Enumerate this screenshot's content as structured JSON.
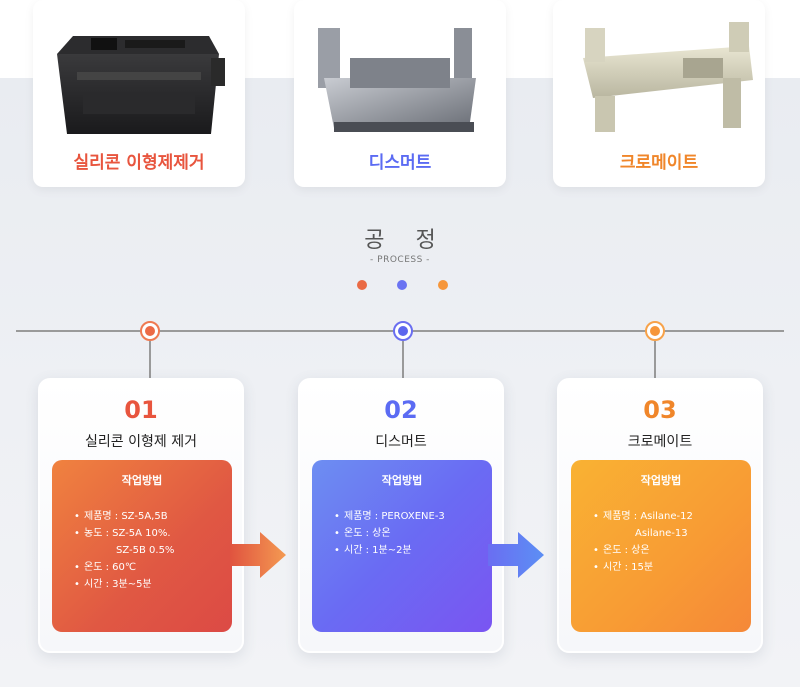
{
  "top_cards": [
    {
      "label": "실리콘 이형제제거",
      "image": "silicone-removal-part-photo"
    },
    {
      "label": "디스머트",
      "image": "desmut-part-photo"
    },
    {
      "label": "크로메이트",
      "image": "chromate-part-photo"
    }
  ],
  "process": {
    "title": "공 정",
    "subtitle": "- PROCESS -"
  },
  "colors": {
    "step1": "#e8553e",
    "step2": "#5b6bf3",
    "step3": "#f0862a"
  },
  "steps": [
    {
      "number": "01",
      "name": "실리콘 이형제 제거",
      "method_title": "작업방법",
      "items": [
        {
          "text": "제품명 : SZ-5A,5B",
          "cont": false
        },
        {
          "text": "농도 : SZ-5A 10%.",
          "cont": false
        },
        {
          "text": "SZ-5B 0.5%",
          "cont": true
        },
        {
          "text": "온도 : 60℃",
          "cont": false
        },
        {
          "text": "시간 : 3분~5분",
          "cont": false
        }
      ]
    },
    {
      "number": "02",
      "name": "디스머트",
      "method_title": "작업방법",
      "items": [
        {
          "text": "제품명 : PEROXENE-3",
          "cont": false
        },
        {
          "text": "온도 : 상온",
          "cont": false
        },
        {
          "text": "시간 : 1분~2분",
          "cont": false
        }
      ]
    },
    {
      "number": "03",
      "name": "크로메이트",
      "method_title": "작업방법",
      "items": [
        {
          "text": "제품명 : Asilane-12",
          "cont": false
        },
        {
          "text": "Asilane-13",
          "cont": true
        },
        {
          "text": "온도 : 상온",
          "cont": false
        },
        {
          "text": "시간 : 15분",
          "cont": false
        }
      ]
    }
  ]
}
